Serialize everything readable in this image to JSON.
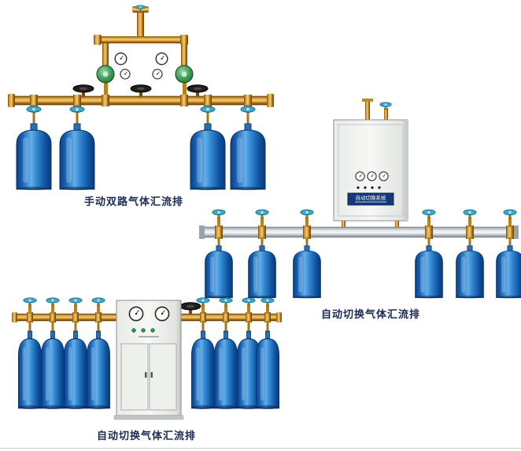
{
  "page": {
    "background": "#ffffff"
  },
  "products": [
    {
      "caption": "手动双路气体汇流排",
      "cylinder_count": 4
    },
    {
      "caption": "自动切换气体汇流排",
      "cabinet_label": "自动切换系统",
      "cylinder_count": 6
    },
    {
      "caption": "自动切换气体汇流排",
      "cylinder_count": 8
    }
  ],
  "colors": {
    "cylinder_blue": "#2f85cf",
    "brass": "#c8862a",
    "rail_silver": "#d8dee4",
    "cabinet_white": "#f2f3f1",
    "valve_teal": "#3fa8c8",
    "caption_text": "#1b2a55"
  }
}
